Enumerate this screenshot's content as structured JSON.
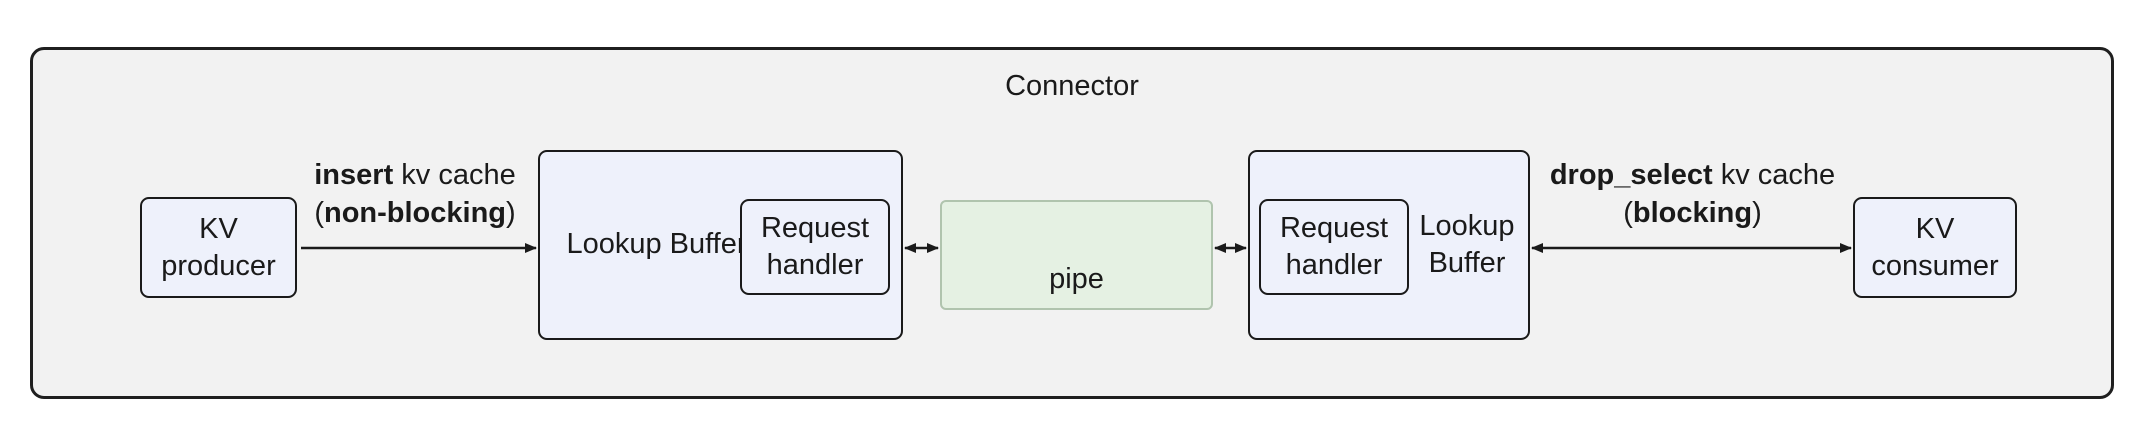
{
  "diagram": {
    "title": "Connector",
    "nodes": {
      "kv_producer": "KV producer",
      "lookup_buffer_left": "Lookup Buffer",
      "request_handler_left": "Request handler",
      "pipe": "pipe",
      "request_handler_right": "Request handler",
      "lookup_buffer_right": "Lookup Buffer",
      "kv_consumer": "KV consumer"
    },
    "edge_labels": {
      "insert": {
        "op": "insert",
        "rest": " kv cache",
        "paren_open": "(",
        "mode": "non-blocking",
        "paren_close": ")"
      },
      "drop_select": {
        "op": "drop_select",
        "rest": " kv cache",
        "paren_open": "(",
        "mode": "blocking",
        "paren_close": ")"
      }
    },
    "colors": {
      "container_fill": "#f2f2f2",
      "node_fill": "#eef1fb",
      "pipe_fill": "#e5f1e3",
      "pipe_border": "#b0c4ae",
      "border": "#1a1a1a",
      "text": "#1a1a1a"
    }
  }
}
